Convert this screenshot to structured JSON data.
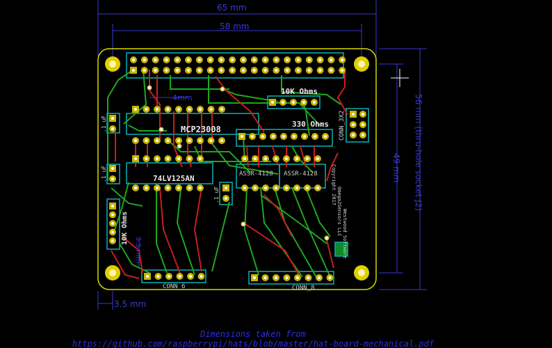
{
  "dimensions": {
    "overall_width": "65 mm",
    "hole_spacing": "58 mm",
    "overall_height": "56 mm (thru-hole socket J2)",
    "hole_vertical": "49 mm",
    "corner_offset": "3.5 mm",
    "small_offset": "4mm",
    "side_small": "3.5 mm"
  },
  "labels": {
    "resistor_top": "10K Ohms",
    "resistor_mid": "330 Ohms",
    "resistor_side": "10K Ohms",
    "ic_main": "MCP23008",
    "ic_buffer": "74LV125AN",
    "ssr_left": "ASSR-4128",
    "ssr_right": "ASSR-4128",
    "cap_1": ".1 uF",
    "cap_2": ".1 uF",
    "cap_3": ".1 uF",
    "conn_3x2": "CONN_3X2",
    "conn_6": "CONN_6",
    "conn_8": "CONN_8",
    "copyright_1": "Copyright 2017",
    "copyright_2": "Omega2Sensors LLC",
    "copyright_3": "Westwood Software"
  },
  "footer": {
    "line1": "Dimensions taken from",
    "line2": "https://github.com/raspberrypi/hats/blob/master/hat-board-mechanical.pdf"
  },
  "colors": {
    "edge": "#d8d800",
    "copper_front": "#c81e1e",
    "copper_back": "#1ea81e",
    "silkscreen": "#0aa8a8",
    "pad": "#c8b400",
    "dimension": "#3a3ad6"
  }
}
